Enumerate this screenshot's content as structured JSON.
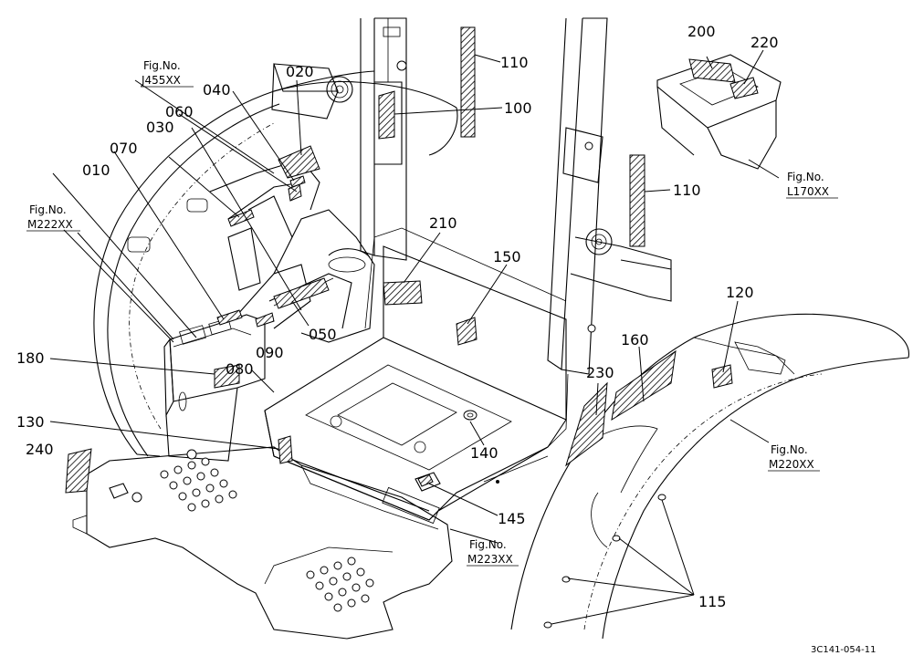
{
  "parts": {
    "p010": "010",
    "p020": "020",
    "p030": "030",
    "p040": "040",
    "p050": "050",
    "p060": "060",
    "p070": "070",
    "p080": "080",
    "p090": "090",
    "p100": "100",
    "p110a": "110",
    "p110b": "110",
    "p115": "115",
    "p120": "120",
    "p130": "130",
    "p140": "140",
    "p145": "145",
    "p150": "150",
    "p160": "160",
    "p180": "180",
    "p200": "200",
    "p210": "210",
    "p220": "220",
    "p230": "230",
    "p240": "240"
  },
  "figrefs": {
    "j455": {
      "label": "Fig.No.",
      "code": "J455XX"
    },
    "m222": {
      "label": "Fig.No.",
      "code": "M222XX"
    },
    "l170": {
      "label": "Fig.No.",
      "code": "L170XX"
    },
    "m220": {
      "label": "Fig.No.",
      "code": "M220XX"
    },
    "m223": {
      "label": "Fig.No.",
      "code": "M223XX"
    }
  },
  "drawing_code": "3C141-054-11"
}
